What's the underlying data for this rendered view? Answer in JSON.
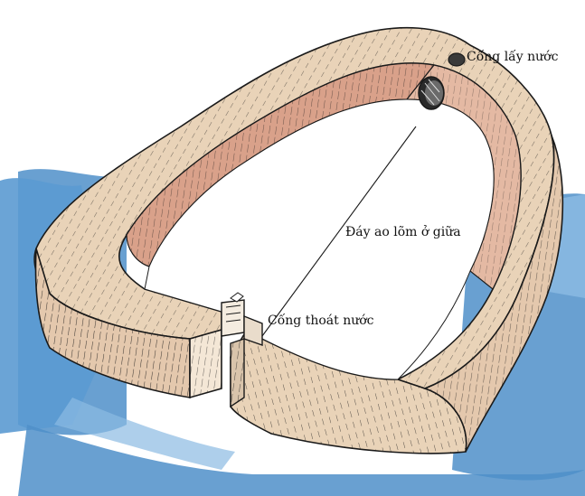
{
  "labels": {
    "inlet": "Cống lấy nước",
    "bottom": "Đáy ao lõm ở giữa",
    "outlet": "Cống thoát nước"
  },
  "colors": {
    "water": "#4f8fc9",
    "water_light": "#8cbbe3",
    "embankment": "#e9d3b8",
    "embankment_shadow": "#c99b7c",
    "inner_wall": "#d9a18a",
    "pond_floor": "#ffffff",
    "ink": "#1a1a1a"
  },
  "icons": [
    "inlet-pipe-icon",
    "outlet-gate-icon"
  ]
}
